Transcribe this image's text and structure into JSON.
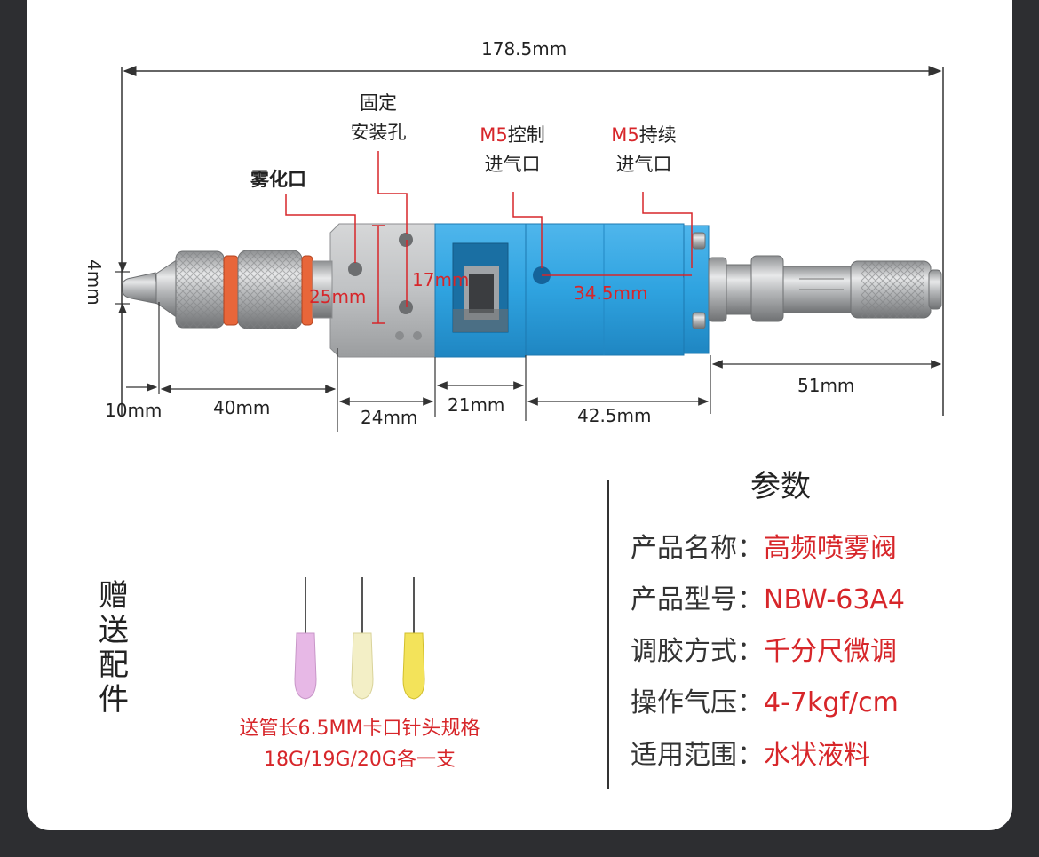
{
  "dimensions": {
    "total_length": "178.5mm",
    "tip_diameter": "4mm",
    "tip_length": "10mm",
    "nozzle_length": "40mm",
    "head_block_length": "24mm",
    "window_block_length": "21mm",
    "body_length": "42.5mm",
    "micrometer_length": "51mm",
    "hole_spacing_vertical": "25mm",
    "hole_spacing_17": "17mm",
    "port_spacing": "34.5mm"
  },
  "callouts": {
    "atomizing_port": "雾化口",
    "mount_hole_line1": "固定",
    "mount_hole_line2": "安装孔",
    "control_air_prefix": "M5",
    "control_air_line1": "控制",
    "control_air_line2": "进气口",
    "continuous_air_prefix": "M5",
    "continuous_air_line1": "持续",
    "continuous_air_line2": "进气口"
  },
  "accessories": {
    "title": "赠送配件",
    "line1": "送管长6.5MM卡口针头规格",
    "line2": "18G/19G/20G各一支",
    "needle_colors": [
      "#e7b8e6",
      "#f3efc6",
      "#f3e35a"
    ]
  },
  "parameters": {
    "title": "参数",
    "rows": [
      {
        "key": "产品名称：",
        "value": "高频喷雾阀"
      },
      {
        "key": "产品型号：",
        "value": "NBW-63A4"
      },
      {
        "key": "调胶方式：",
        "value": "千分尺微调"
      },
      {
        "key": "操作气压：",
        "value": "4-7kgf/cm"
      },
      {
        "key": "适用范围：",
        "value": "水状液料"
      }
    ]
  },
  "colors": {
    "accent_red": "#d7262a",
    "valve_blue": "#2fa3e0",
    "metal": "#c9cbcc"
  }
}
